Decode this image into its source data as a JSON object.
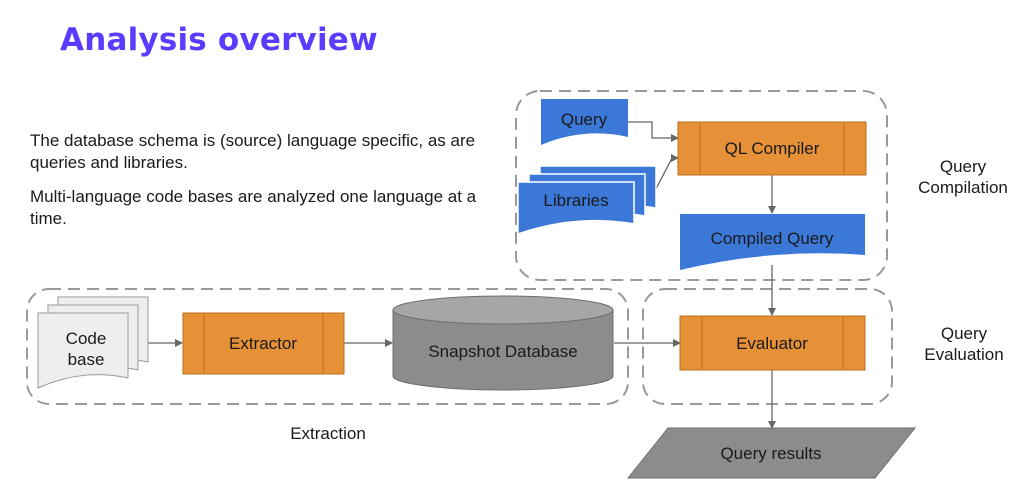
{
  "title": "Analysis overview",
  "paragraphs": [
    "The database schema is (source) language specific, as are queries and libraries.",
    "Multi-language code bases are analyzed one language at a time."
  ],
  "nodes": {
    "query": "Query",
    "libraries": "Libraries",
    "ql_compiler": "QL Compiler",
    "compiled_query": "Compiled Query",
    "code_base_line1": "Code",
    "code_base_line2": "base",
    "extractor": "Extractor",
    "snapshot_database": "Snapshot Database",
    "evaluator": "Evaluator",
    "query_results": "Query results"
  },
  "groups": {
    "compilation_line1": "Query",
    "compilation_line2": "Compilation",
    "evaluation_line1": "Query",
    "evaluation_line2": "Evaluation",
    "extraction": "Extraction"
  },
  "colors": {
    "title": "#5b3bff",
    "blue": "#3b78d8",
    "orange": "#e69138",
    "gray": "#8c8c8c",
    "light_gray": "#eeeeee",
    "dashed": "#999999"
  }
}
